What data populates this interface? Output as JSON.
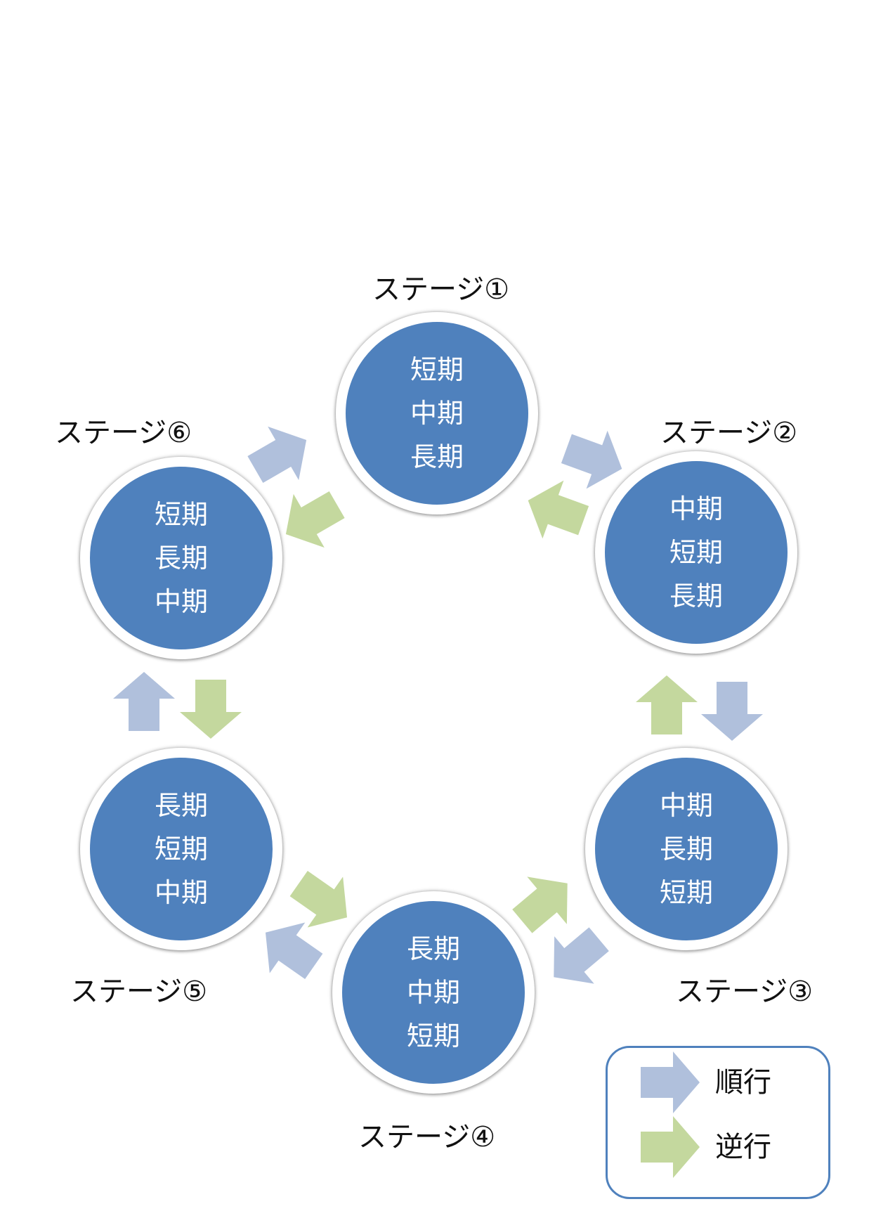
{
  "stages": [
    {
      "label": "ステージ①",
      "terms": [
        "短期",
        "中期",
        "長期"
      ]
    },
    {
      "label": "ステージ②",
      "terms": [
        "中期",
        "短期",
        "長期"
      ]
    },
    {
      "label": "ステージ③",
      "terms": [
        "中期",
        "長期",
        "短期"
      ]
    },
    {
      "label": "ステージ④",
      "terms": [
        "長期",
        "中期",
        "短期"
      ]
    },
    {
      "label": "ステージ⑤",
      "terms": [
        "長期",
        "短期",
        "中期"
      ]
    },
    {
      "label": "ステージ⑥",
      "terms": [
        "短期",
        "長期",
        "中期"
      ]
    }
  ],
  "legend": {
    "forward": "順行",
    "reverse": "逆行"
  },
  "colors": {
    "circle_fill": "#4f81bd",
    "forward_arrow": "#b0c0dc",
    "reverse_arrow": "#c4d89e",
    "legend_border": "#4f81bd"
  }
}
